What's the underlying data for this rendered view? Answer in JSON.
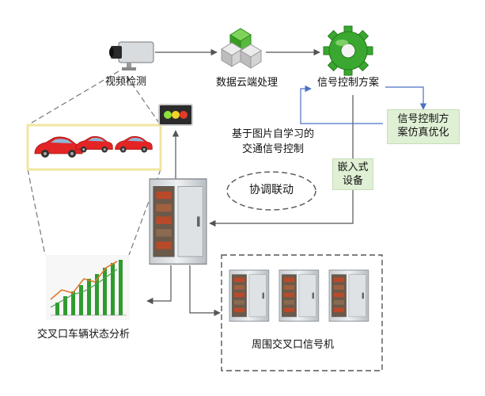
{
  "nodes": {
    "camera_label": "视频检测",
    "cloud_label": "数据云端处理",
    "plan_label": "信号控制方案",
    "sim_box": [
      "信号控制方",
      "案仿真优化"
    ],
    "center_text": [
      "基于图片自学习的",
      "交通信号控制"
    ],
    "embedded_box": [
      "嵌入式",
      "设备"
    ],
    "link_label": "协调联动",
    "analysis_label": "交叉口车辆状态分析",
    "peripheral_label": "周围交叉口信号机"
  },
  "icons": {
    "camera": "camera-icon",
    "cloud": "cube-cloud-icon",
    "gear": "gear-icon",
    "traffic_light": "traffic-light-icon",
    "cars": "car-icon",
    "cabinet": "signal-cabinet-icon",
    "chart": "bar-line-chart-icon"
  },
  "colors": {
    "green_box": "#dff0d4",
    "blue_arrow": "#4a72c4",
    "gear_green": "#3aa830",
    "car_red": "#e32525",
    "strip_border": "#f2e6a0"
  }
}
